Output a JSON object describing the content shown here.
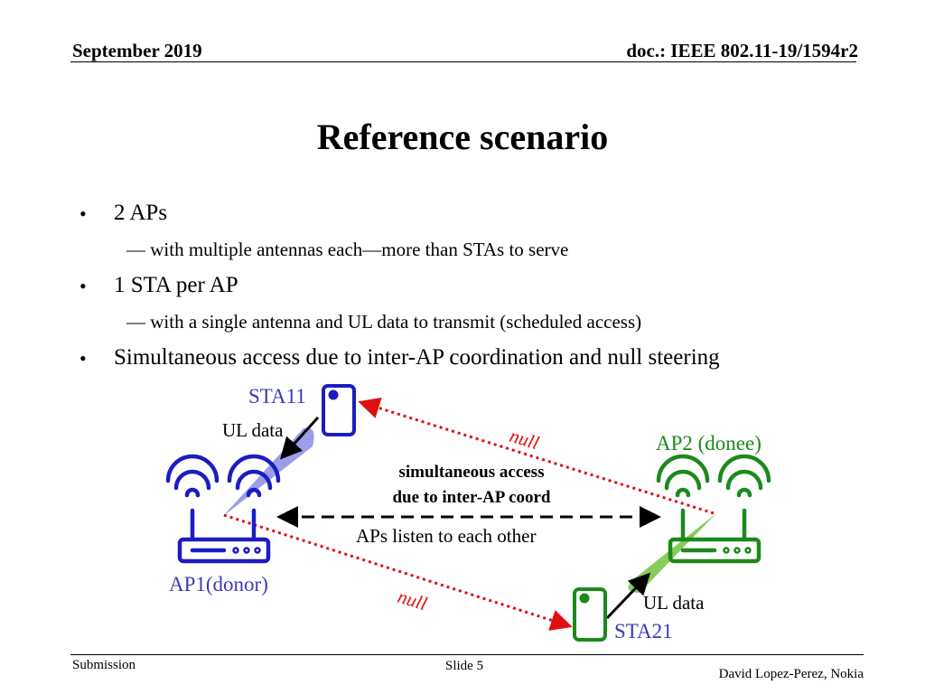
{
  "header": {
    "date": "September 2019",
    "doc": "doc.: IEEE 802.11-19/1594r2"
  },
  "slide": {
    "title": "Reference scenario",
    "bullets": [
      {
        "text": "2 APs",
        "sub": "— with multiple antennas each—more than STAs to serve"
      },
      {
        "text": "1 STA per AP",
        "sub": "— with a single antenna and UL data to transmit (scheduled access)"
      },
      {
        "text": "Simultaneous access due to inter-AP coordination and null steering"
      }
    ]
  },
  "diagram": {
    "sta11": "STA11",
    "sta21": "STA21",
    "ap1": "AP1(donor)",
    "ap2": "AP2 (donee)",
    "ul_data_1": "UL data",
    "ul_data_2": "UL data",
    "null_1": "null",
    "null_2": "null",
    "sim_line1": "simultaneous access",
    "sim_line2": "due to inter-AP coord",
    "aps_listen": "APs listen to each other",
    "colors": {
      "ap1": "#1c1cc4",
      "ap2": "#1b8a1b",
      "null": "#e01010",
      "beam_blue": "#8c8ce8",
      "beam_green": "#7cc64a"
    }
  },
  "footer": {
    "left": "Submission",
    "center": "Slide 5",
    "right": "David Lopez-Perez, Nokia"
  }
}
